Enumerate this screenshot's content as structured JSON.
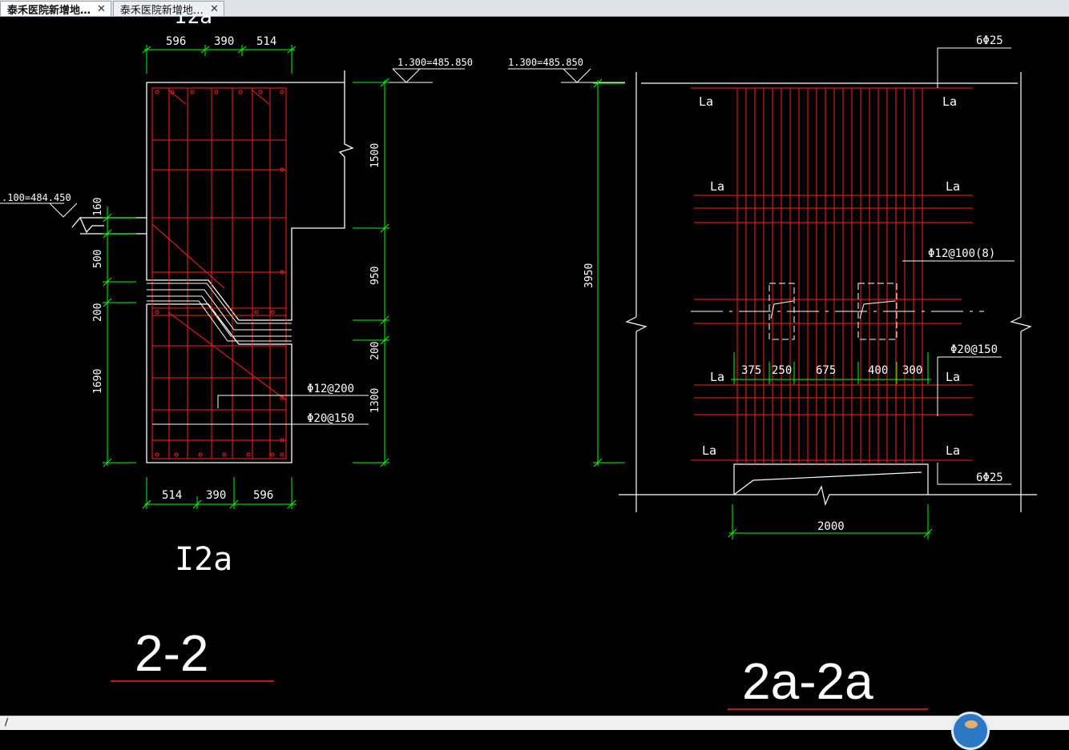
{
  "tabs": [
    {
      "label": "泰禾医院新增地…",
      "close": "✕",
      "active": true
    },
    {
      "label": "泰禾医院新增地…",
      "close": "✕",
      "active": false
    }
  ],
  "statusbar": {
    "text": "/"
  },
  "left_section": {
    "top_label_partial": "I2a",
    "label": "I2a",
    "section_title": "2-2",
    "top_dims": [
      "596",
      "390",
      "514"
    ],
    "bottom_dims": [
      "514",
      "390",
      "596"
    ],
    "right_dims": [
      "1500",
      "950",
      "200",
      "1300"
    ],
    "left_dims": [
      "160",
      "500",
      "200",
      "1690"
    ],
    "elevation_top": "1.300=485.850",
    "elevation_left": ".100=484.450",
    "rebar_labels": [
      "Φ12@200",
      "Φ20@150"
    ]
  },
  "right_section": {
    "section_title": "2a-2a",
    "elevation_top": "1.300=485.850",
    "bar_top": "6Φ25",
    "bar_bottom": "6Φ25",
    "stirrup": "Φ12@100(8)",
    "dist_bar": "Φ20@150",
    "height_dim": "3950",
    "width_dim": "2000",
    "spacing_dims": [
      "375",
      "250",
      "675",
      "400",
      "300"
    ],
    "anchor_label": "La"
  },
  "colors": {
    "dim": "#00ff00",
    "rebar": "#ff2020",
    "line": "#ffffff",
    "bg": "#000000"
  }
}
